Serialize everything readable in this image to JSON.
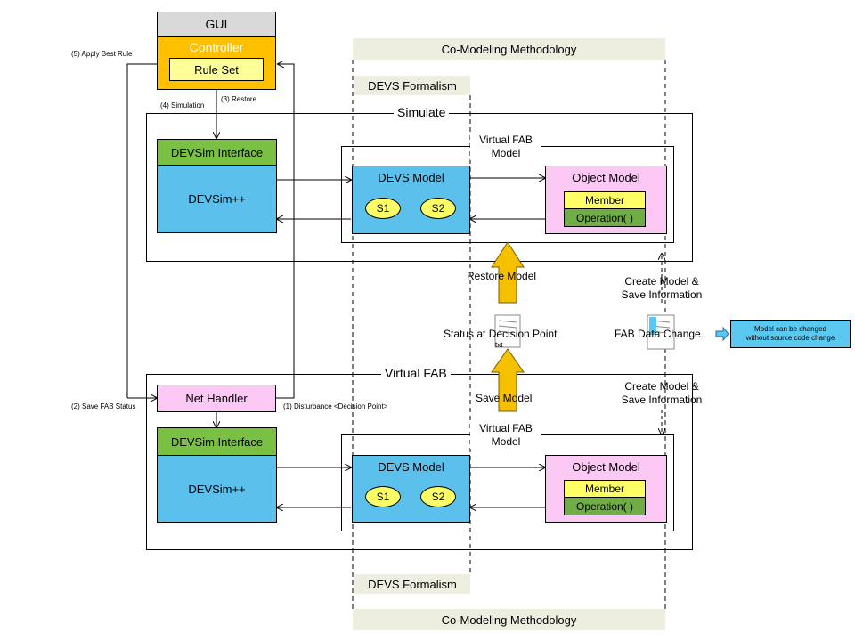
{
  "gui": {
    "title": "GUI",
    "controller": "Controller",
    "rule_set": "Rule Set"
  },
  "methodology": {
    "top": "Co-Modeling Methodology",
    "bottom": "Co-Modeling Methodology"
  },
  "formalism": {
    "top": "DEVS Formalism",
    "bottom": "DEVS Formalism"
  },
  "simulate": {
    "title": "Simulate",
    "vfab_label": "Virtual FAB\nModel",
    "devsim_interface": "DEVSim Interface",
    "devsim": "DEVSim++",
    "devs_model": "DEVS Model",
    "s1": "S1",
    "s2": "S2",
    "object_model": "Object Model",
    "member": "Member",
    "operation": "Operation( )"
  },
  "virtual_fab": {
    "title": "Virtual FAB",
    "vfab_label": "Virtual FAB\nModel",
    "net_handler": "Net Handler",
    "devsim_interface": "DEVSim Interface",
    "devsim": "DEVSim++",
    "devs_model": "DEVS Model",
    "s1": "S1",
    "s2": "S2",
    "object_model": "Object Model",
    "member": "Member",
    "operation": "Operation( )"
  },
  "steps": {
    "apply_best_rule": "(5) Apply  Best Rule",
    "simulation": "(4) Simulation",
    "restore": "(3) Restore",
    "save_fab_status": "(2) Save FAB Status",
    "disturbance": "(1) Disturbance  <Decision  Point>"
  },
  "center": {
    "restore_model": "Restore Model",
    "status_decision": "Status  at Decision Point",
    "save_model": "Save Model",
    "txt_icon_label": "txt"
  },
  "right": {
    "create_save_top": "Create  Model &\nSave Information",
    "fab_data_change": "FAB Data Change",
    "create_save_bottom": "Create  Model &\nSave Information",
    "note": "Model can be changed\nwithout source code change"
  },
  "colors": {
    "gui_gray": "#d9d9d9",
    "controller_orange": "#ffc000",
    "rule_yellow": "#ffff99",
    "interface_green": "#7ac143",
    "devsim_blue": "#5bc0eb",
    "object_pink": "#fcc8f4",
    "member_yellow": "#ffff66",
    "operation_green": "#70ad47",
    "node_yellow": "#ffff66",
    "band_beige": "#eeeee0",
    "arrow_gold": "#f5c000",
    "note_blue": "#5bc8f0"
  }
}
